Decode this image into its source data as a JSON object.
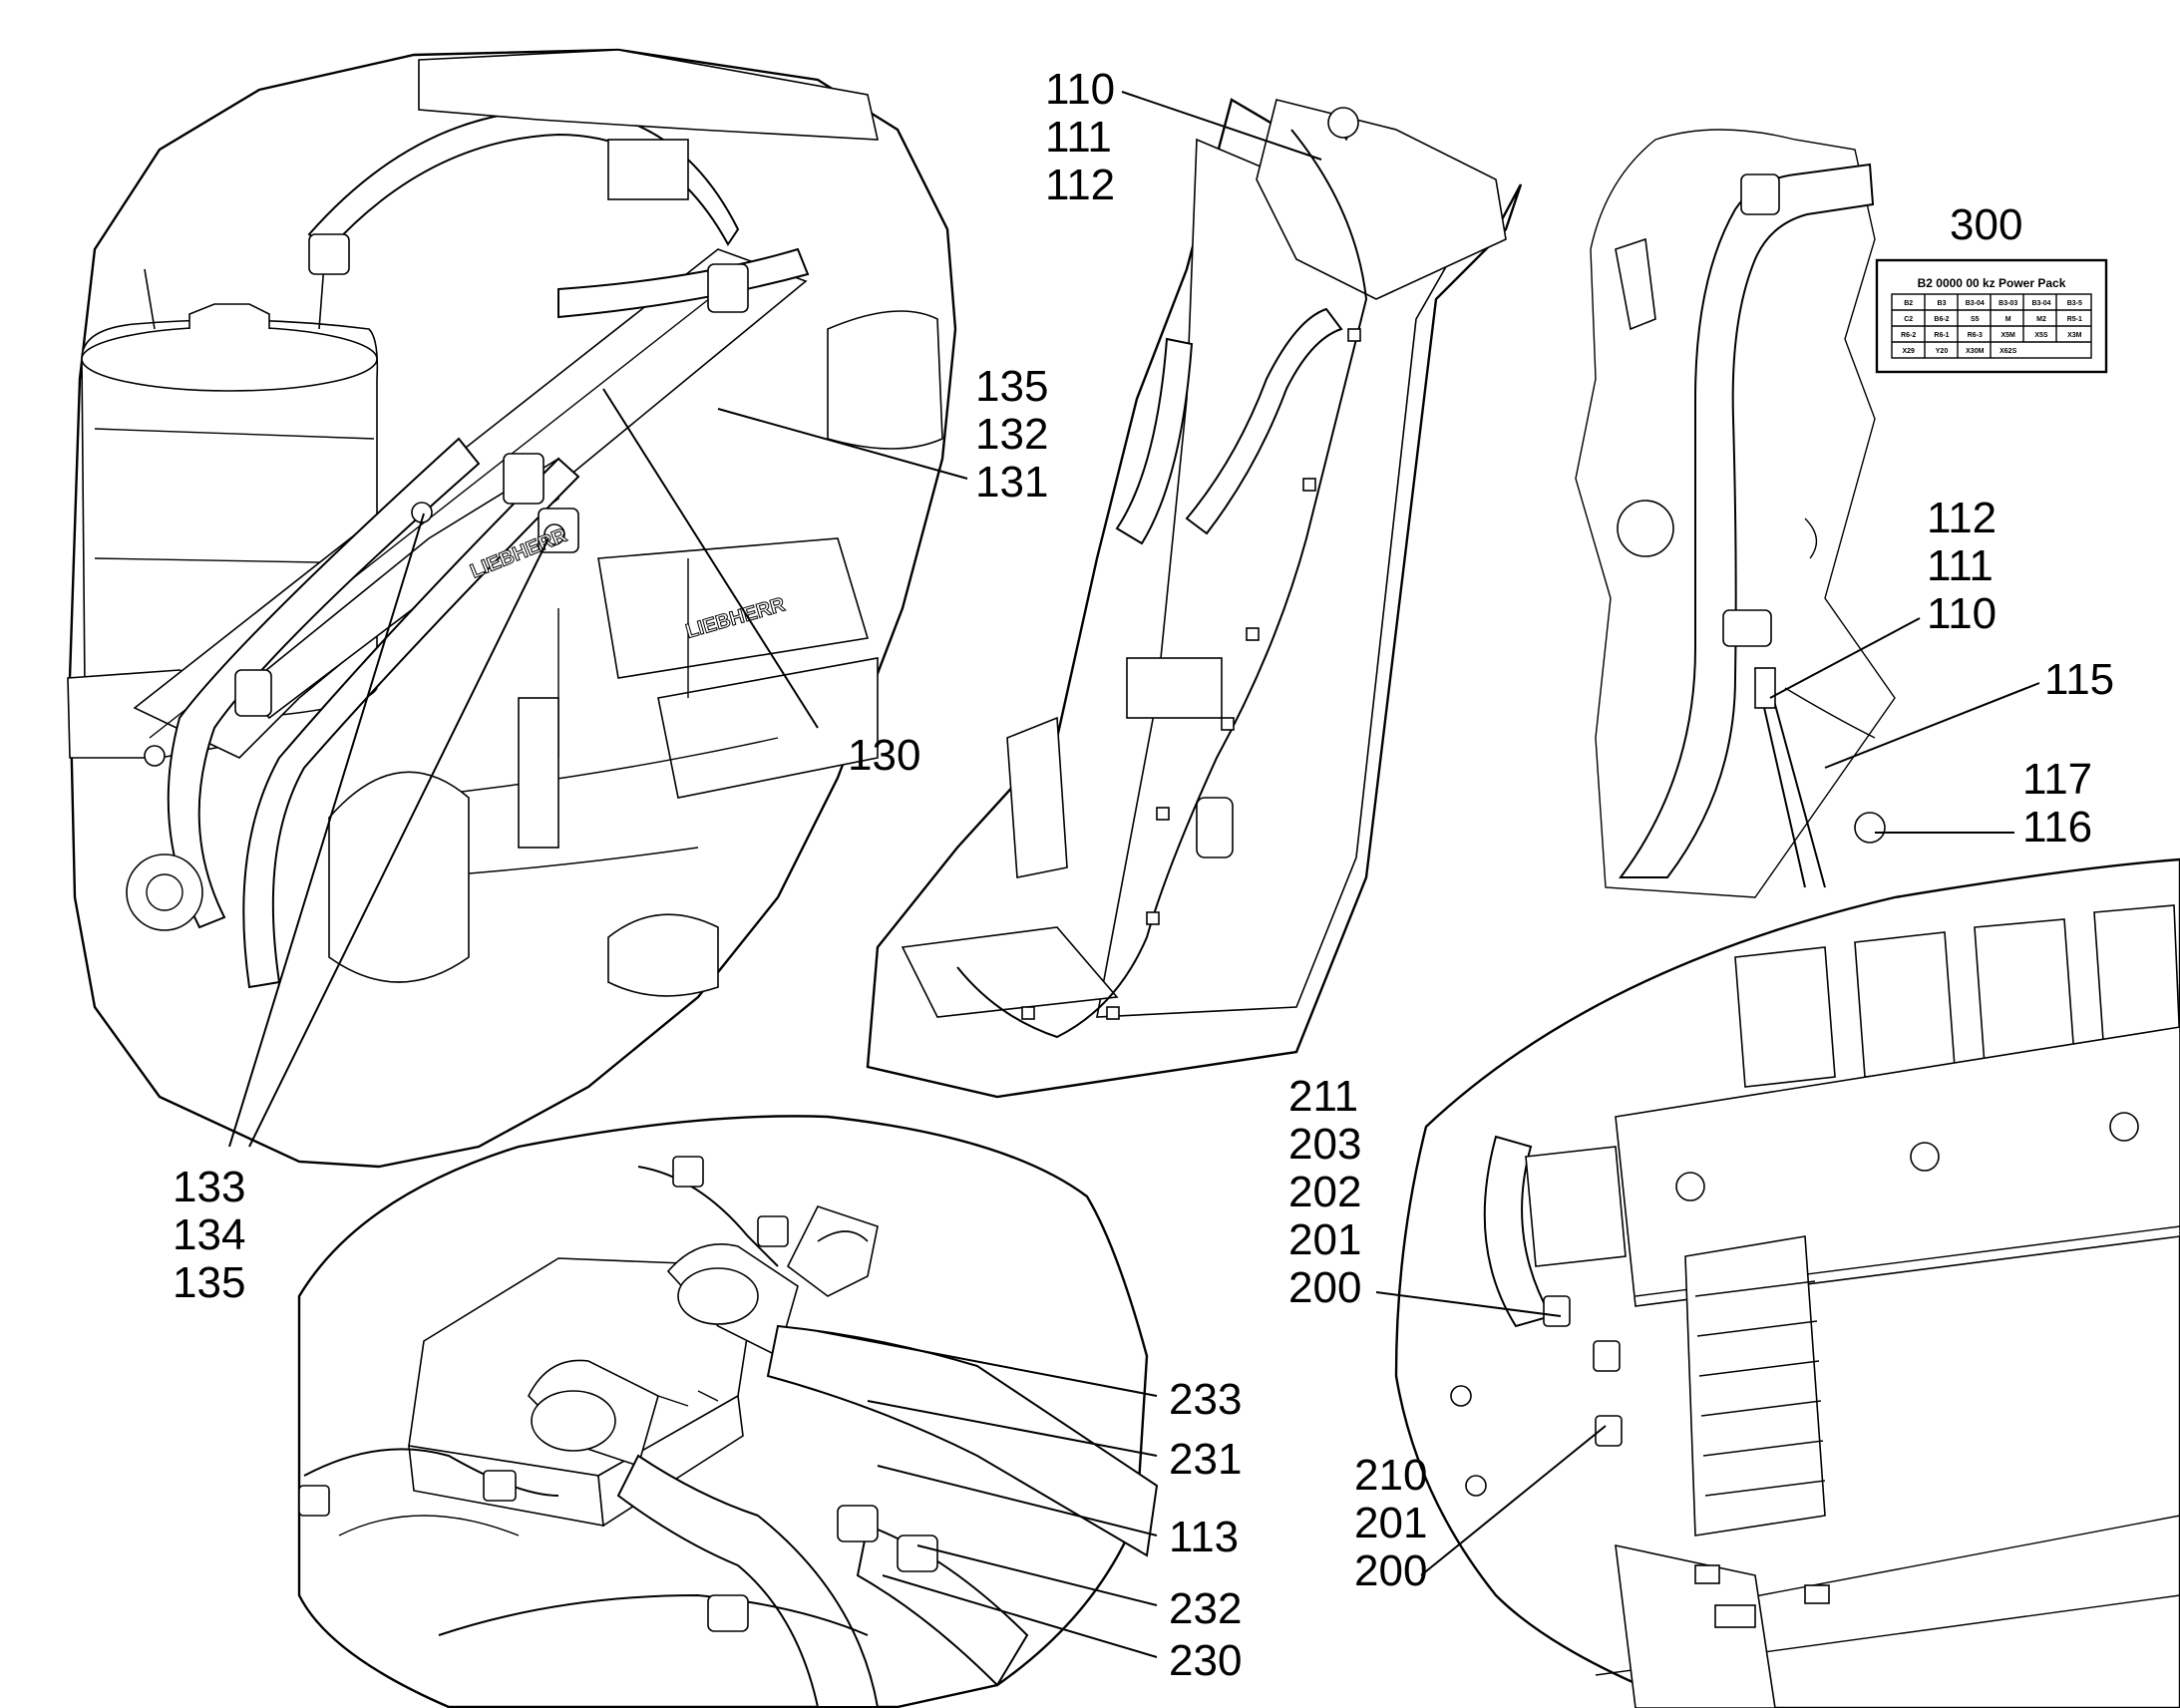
{
  "callouts": {
    "a": [
      "110",
      "111",
      "112"
    ],
    "b": [
      "135",
      "132",
      "131"
    ],
    "c": "130",
    "d": [
      "133",
      "134",
      "135"
    ],
    "e": "300",
    "f": [
      "112",
      "111",
      "110"
    ],
    "g": "115",
    "h": [
      "117",
      "116"
    ],
    "i": [
      "211",
      "203",
      "202",
      "201",
      "200"
    ],
    "j": [
      "210",
      "201",
      "200"
    ],
    "k": [
      "233",
      "231",
      "113",
      "232",
      "230"
    ]
  },
  "table": {
    "title": "B2 0000 00 kz  Power Pack",
    "rows": [
      [
        "B2",
        "B3",
        "B3-04",
        "B3-03",
        "B3-04",
        "B3-5"
      ],
      [
        "C2",
        "B6-2",
        "S5",
        "M",
        "M2",
        "R5-1"
      ],
      [
        "R6-2",
        "R6-1",
        "R6-3",
        "X5M",
        "X5S",
        "X3M"
      ],
      [
        "X29",
        "Y20",
        "X30M",
        "X62S",
        "",
        ""
      ]
    ]
  },
  "brand_marks": [
    "LIEBHERR",
    "LIEBHERR"
  ]
}
